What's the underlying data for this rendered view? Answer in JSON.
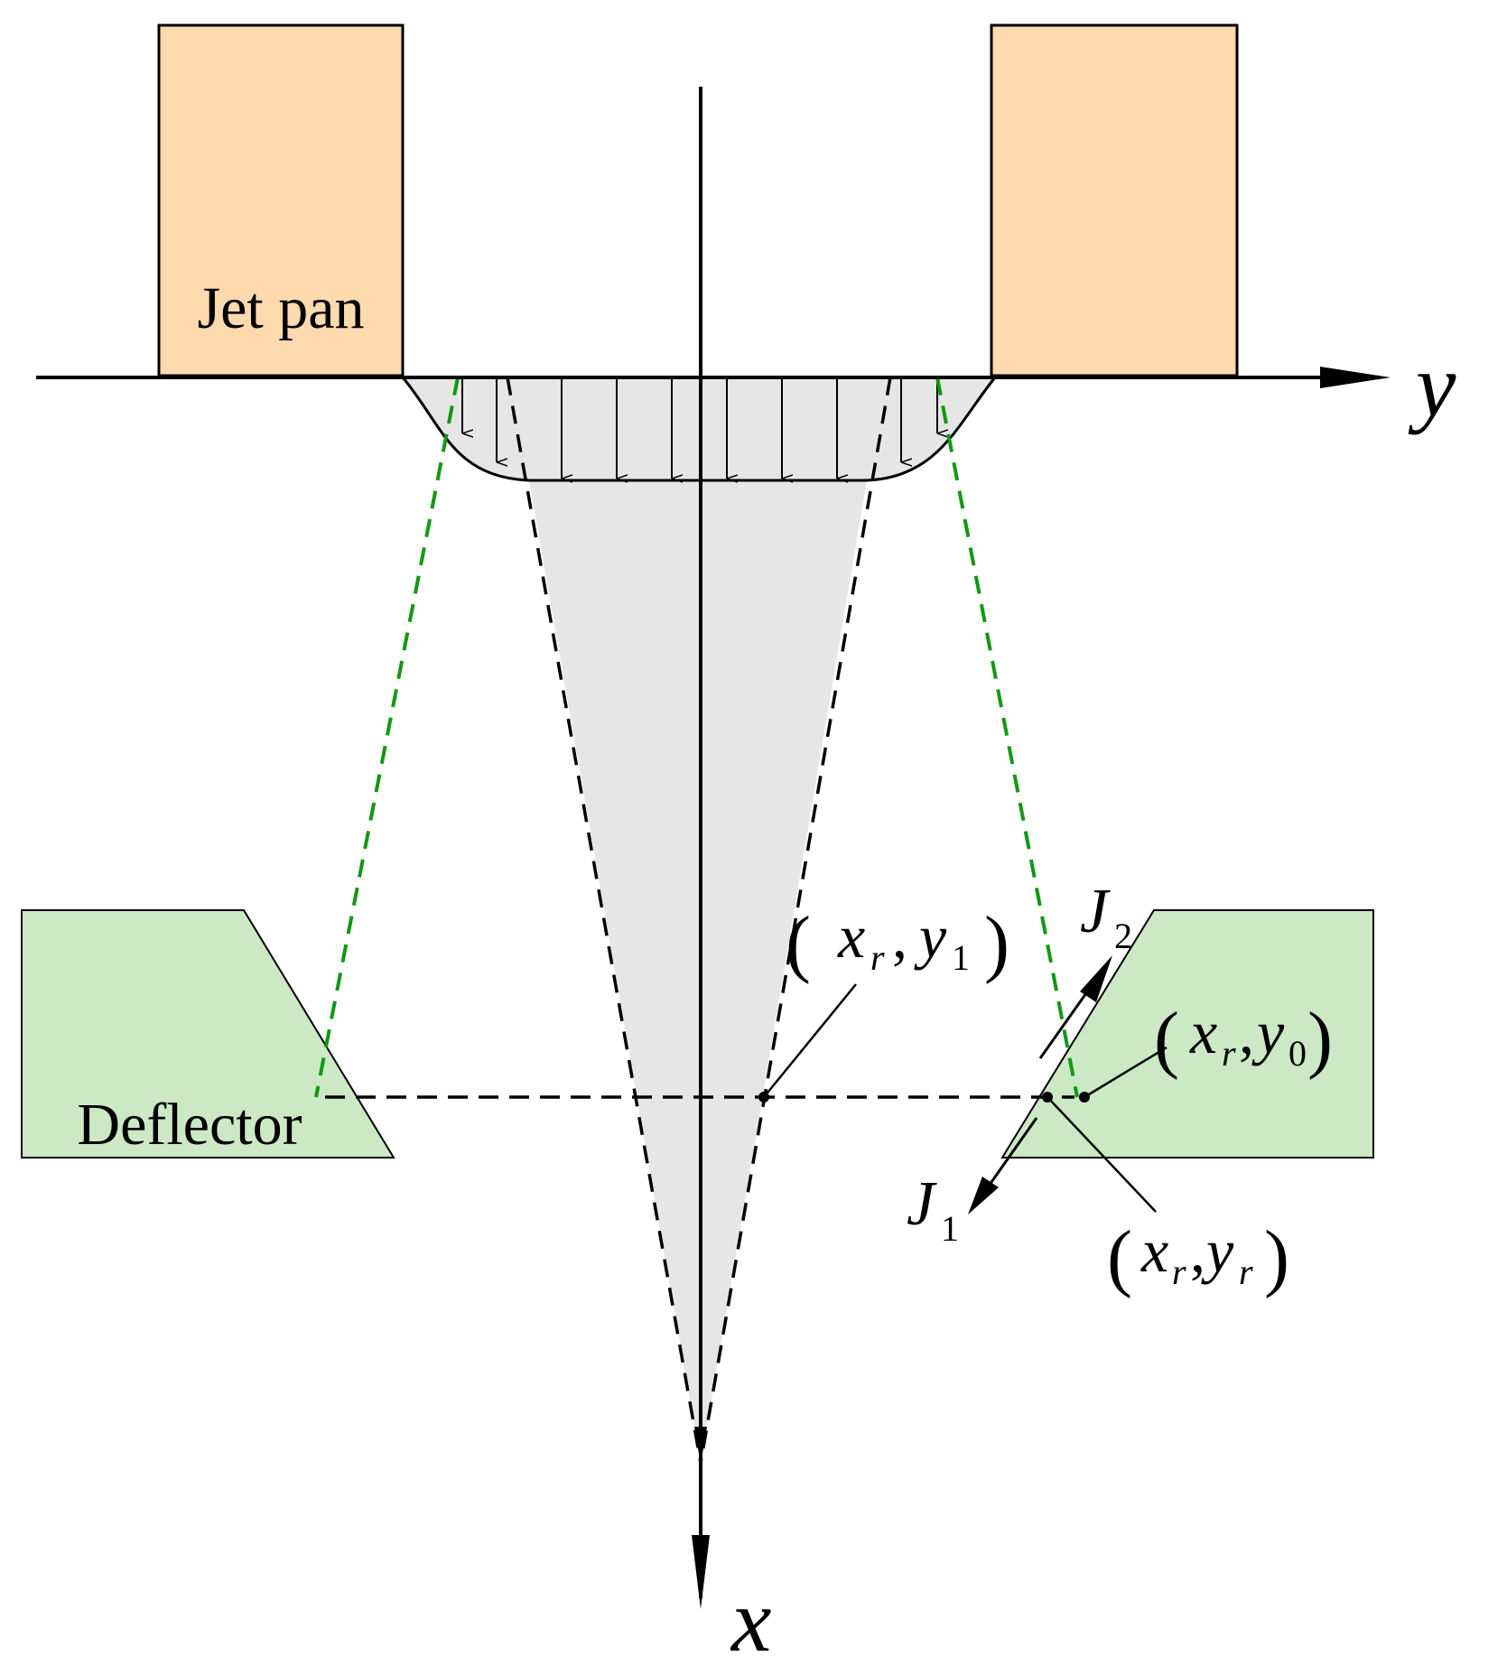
{
  "labels": {
    "jet_pan": "Jet pan",
    "deflector": "Deflector",
    "axis_y": "y",
    "axis_x": "x"
  },
  "points": {
    "xr_y1": {
      "var_a": "x",
      "sub_a": "r",
      "var_b": "y",
      "sub_b": "1"
    },
    "xr_y0": {
      "var_a": "x",
      "sub_a": "r",
      "var_b": "y",
      "sub_b": "0"
    },
    "xr_yr": {
      "var_a": "x",
      "sub_a": "r",
      "var_b": "y",
      "sub_b": "r"
    }
  },
  "flux_arrows": {
    "j1": {
      "var": "J",
      "sub": "1"
    },
    "j2": {
      "var": "J",
      "sub": "2"
    }
  },
  "colors": {
    "jet_pan_fill": "#fdd9ae",
    "deflector_fill": "#cce8c5",
    "jet_region_fill": "#e6e6e6",
    "envelope_dash": "#119911",
    "stroke": "#000000"
  }
}
